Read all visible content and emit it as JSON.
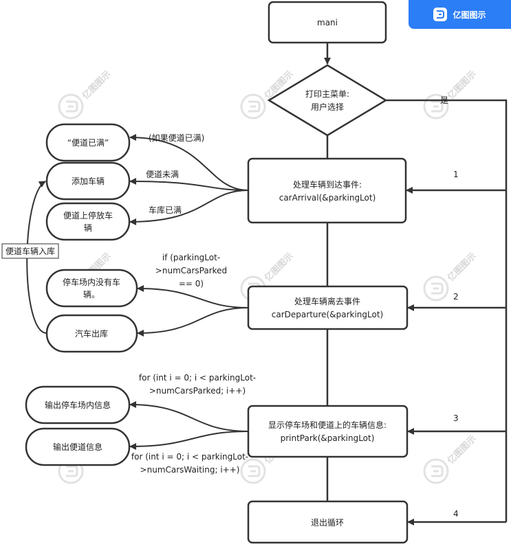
{
  "brand": {
    "name": "亿图图示",
    "watermark": "亿图图示",
    "logo_icon": "edraw-logo-icon",
    "badge_color": "#2b7ef5"
  },
  "colors": {
    "stroke": "#333333",
    "fill": "#ffffff",
    "text": "#222222"
  },
  "nodes": {
    "main": "mani",
    "menu": [
      "打印主菜单:",
      "用户选择"
    ],
    "arrival": [
      "处理车辆到达事件:",
      "carArrival(&parkingLot)"
    ],
    "departure": [
      "处理车辆离去事件",
      "carDeparture(&parkingLot)"
    ],
    "display": [
      "显示停车场和便道上的车辆信息:",
      "printPark(&parkingLot)"
    ],
    "exit": "退出循环",
    "side_full": "“便道已满”",
    "add_vehicle": "添加车辆",
    "park_side": [
      "便道上停放车",
      "辆"
    ],
    "no_vehicle": [
      "停车场内没有车",
      "辆。"
    ],
    "car_out": "汽车出库",
    "print_lot": "输出停车场内信息",
    "print_side": "输出便道信息"
  },
  "edges": {
    "yes": "是",
    "choice_1": "1",
    "choice_2": "2",
    "choice_3": "3",
    "choice_4": "4",
    "if_side_full": "(如果便道已满)",
    "side_not_full": "便道未满",
    "lot_full": "车库已满",
    "side_to_lot": "便道车辆入库",
    "if_empty": [
      "if (parkingLot-",
      ">numCarsParked",
      "== 0)"
    ],
    "loop_parked": [
      "for (int i = 0; i < parkingLot-",
      ">numCarsParked; i++)"
    ],
    "loop_waiting": [
      "for (int i = 0; i < parkingLot-",
      ">numCarsWaiting; i++)"
    ]
  }
}
